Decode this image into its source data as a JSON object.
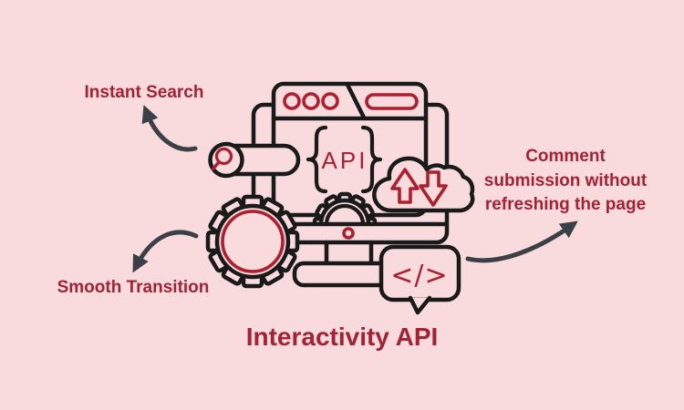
{
  "colors": {
    "background": "#f9dadd",
    "outline_black": "#1a1a1a",
    "accent_red": "#ac1f2e",
    "text_red": "#a32334",
    "arrow_gray": "#3a4045"
  },
  "title": "Interactivity API",
  "callouts": {
    "instant_search": "Instant Search",
    "smooth_transition": "Smooth Transition",
    "comment_line1": "Comment",
    "comment_line2": "submission without",
    "comment_line3": "refreshing the page"
  },
  "illustration": {
    "api_label": "API",
    "code_label": "</>",
    "icons": {
      "browser-window-icon": "browser window with three dots and address bar",
      "window-dots-icon": "three circles",
      "address-bar-icon": "rounded pill",
      "curly-braces-icon": "{ }",
      "search-pill-icon": "magnifier in pill",
      "magnifier-icon": "magnifying glass",
      "gear-large-icon": "gear with red hub",
      "gear-small-icon": "half gear",
      "cloud-sync-icon": "cloud",
      "upload-arrow-icon": "hollow up arrow",
      "download-arrow-icon": "hollow down arrow",
      "code-bubble-icon": "speech bubble with code tag",
      "monitor-icon": "desktop monitor with stand"
    }
  }
}
